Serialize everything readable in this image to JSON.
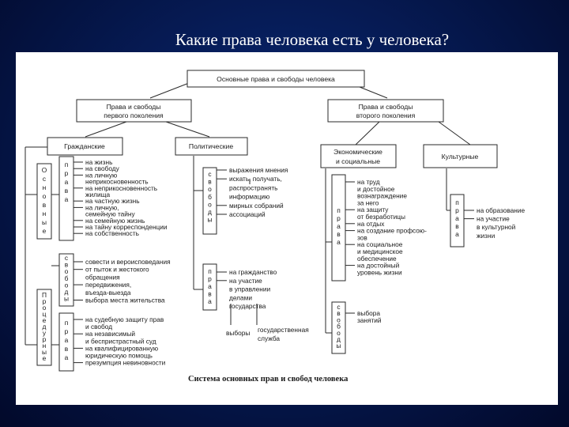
{
  "slide": {
    "title": "Какие права человека есть у человека?"
  },
  "diagram": {
    "root": "Основные права и свободы человека",
    "gen1": [
      "Права и свободы",
      "первого поколения"
    ],
    "gen2": [
      "Права и свободы",
      "второго поколения"
    ],
    "civil": "Гражданские",
    "political": "Политические",
    "economic": [
      "Экономические",
      "и социальные"
    ],
    "cultural": "Культурные",
    "basic_label": "Основные",
    "procedural_label": "Процедурные",
    "rights_label": "права",
    "freedoms_label": "свободы",
    "civil_rights": [
      "на жизнь",
      "на свободу",
      "на личную",
      "неприкосновенность",
      "на неприкосновенность",
      "жилища",
      "на частную жизнь",
      "на личную,",
      "семейную тайну",
      "на семейную жизнь",
      "на тайну корреспонденции",
      "на собственность"
    ],
    "civil_freedoms": [
      "совести и вероисповедания",
      "от пыток и жестокого",
      "обращения",
      "передвижения,",
      "въезда-выезда",
      "выбора места жительства"
    ],
    "procedural_rights": [
      "на судебную защиту прав",
      "и свобод",
      "на независимый",
      "и беспристрастный суд",
      "на квалифицированную",
      "юридическую помощь",
      "презумпция невиновности"
    ],
    "political_freedoms": [
      "выражения мнения",
      "искать, получать,",
      "распространять",
      "информацию",
      "мирных собраний",
      "ассоциаций"
    ],
    "political_rights": [
      "на гражданство",
      "на участие",
      "в управлении",
      "делами",
      "государства"
    ],
    "elections": "выборы",
    "state_service": [
      "государственная",
      "служба"
    ],
    "econ_rights": [
      "на труд",
      "и достойное",
      "вознаграждение",
      "за него",
      "на защиту",
      "от безработицы",
      "на отдых",
      "на создание профсою-",
      "зов",
      "на социальное",
      "и медицинское",
      "обеспечение",
      "на достойный",
      "уровень жизни"
    ],
    "econ_freedoms": [
      "выбора",
      "занятий"
    ],
    "cultural_rights": [
      "на образование",
      "на участие",
      "в культурной",
      "жизни"
    ],
    "caption": "Система   основных   прав   и   свобод   человека"
  }
}
